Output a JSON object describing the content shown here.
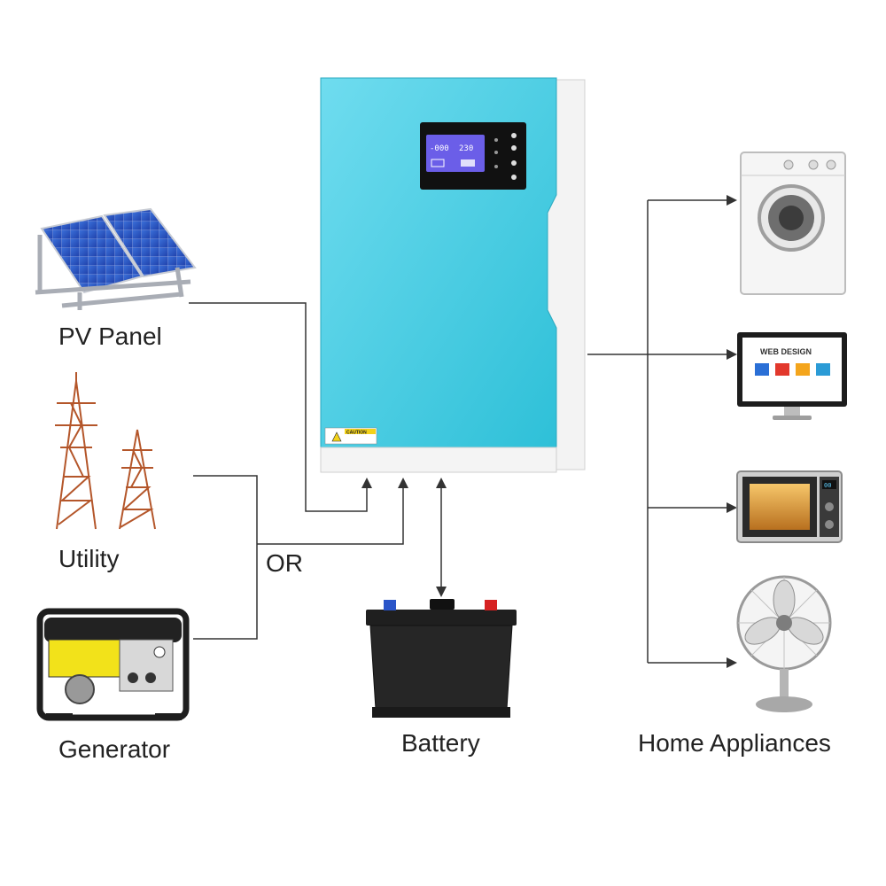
{
  "labels": {
    "pv_panel": "PV Panel",
    "utility": "Utility",
    "generator": "Generator",
    "or": "OR",
    "battery": "Battery",
    "home_appliances": "Home Appliances"
  },
  "inverter": {
    "lcd_line1": "-000",
    "lcd_line2": "230",
    "caution_label": "CAUTION"
  },
  "monitor": {
    "screen_title": "WEB DESIGN"
  },
  "microwave": {
    "display": "00"
  },
  "colors": {
    "inverter_body": "#3cc6dc",
    "inverter_side": "#f2f2f2",
    "lcd": "#6b5ee8",
    "line": "#333333",
    "battery_body": "#1f1f1f",
    "battery_positive": "#d62222",
    "battery_negative": "#2a55c8",
    "generator_yellow": "#f2e21a"
  }
}
